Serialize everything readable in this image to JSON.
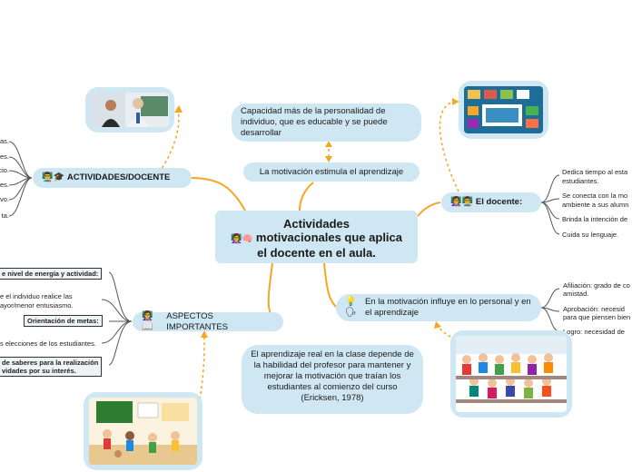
{
  "central": {
    "icons": "👩‍🏫🧠",
    "line1": "Actividades",
    "line2": "motivacionales que aplica",
    "line3": "el docente en el aula."
  },
  "top": {
    "capacidad": "Capacidad más de la personalidad de individuo, que es educable y se puede desarrollar",
    "motivacion_estimula": "La motivación estimula el aprendizaje"
  },
  "left_upper": {
    "label": "ACTIVIDADES/DOCENTE",
    "icons": "👨‍🏫🎓",
    "items": [
      "as.",
      "es.",
      "cio.",
      "es.",
      "vo.",
      "ta."
    ]
  },
  "left_lower": {
    "label": "ASPECTOS IMPORTANTES",
    "icons": "👩‍🏫📖",
    "items": [
      {
        "text": "e nivel de energía y actividad:",
        "boxed": true
      },
      {
        "text": "e el individuo realice las",
        "boxed": false
      },
      {
        "text": "ayor/menor entusiasmo.",
        "boxed": false
      },
      {
        "text": "Orientación de metas:",
        "boxed": true
      },
      {
        "text": "s elecciones de los estudiantes.",
        "boxed": false
      },
      {
        "text": "de saberes para la realización",
        "boxed": true
      },
      {
        "text": "vidades por su interés.",
        "boxed": true
      }
    ]
  },
  "right_upper": {
    "label": "El docente:",
    "icons": "👩‍🏫👨‍🏫",
    "items": [
      "Dedica tiempo al esta",
      "estudiantes.",
      "Se conecta con la mo",
      "ambiente a sus alumn",
      "Brinda la intención de",
      "Cuida su lenguaje."
    ]
  },
  "right_lower": {
    "label": "En la motivación influye en lo personal y en el aprendizaje",
    "icons": "💡🗣",
    "items": [
      "Afiliación: grado de co",
      "amistad.",
      "Aprobación:  necesid",
      "para que piensen bien",
      "Logro: necesidad de "
    ]
  },
  "bottom": {
    "aprendizaje_real": "El aprendizaje real en la clase depende de la habilidad del profesor para mantener y mejorar la motivación que traían los estudiantes al comienzo del curso (Ericksen, 1978)"
  },
  "colors": {
    "node_fill": "#cfe7f3",
    "link_orange": "#f5a623",
    "bullet_line": "#555555"
  }
}
